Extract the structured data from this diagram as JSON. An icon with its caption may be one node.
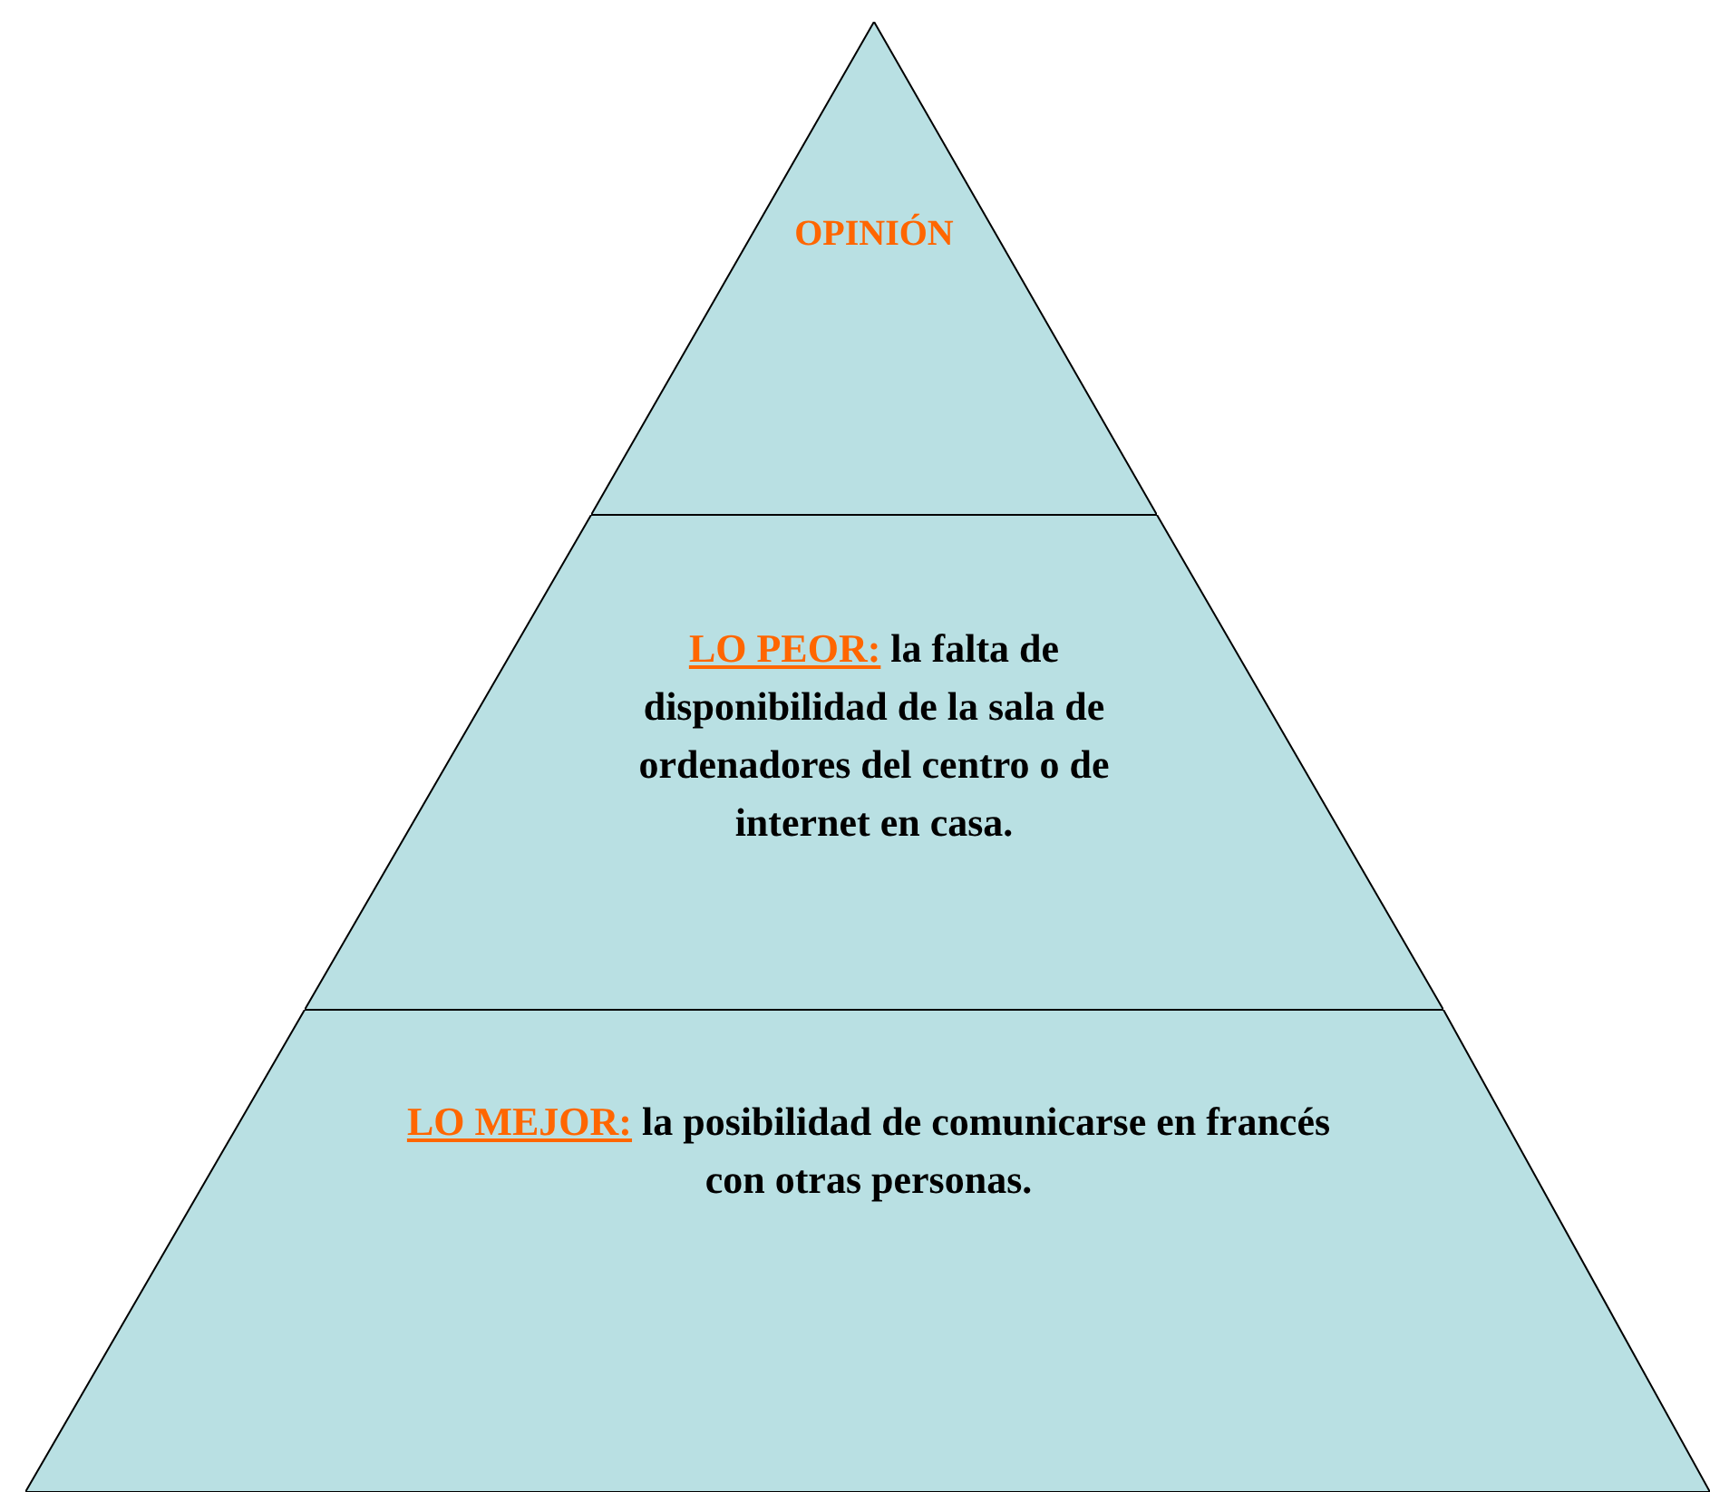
{
  "diagram": {
    "nodes": [
      {
        "text": [
          "OPINIÓN"
        ]
      },
      {
        "text": [
          "LO PEOR:",
          "la falta de disponibilidad de la sala de ordenadores del centro o de internet en casa."
        ]
      },
      {
        "text": [
          "LO MEJOR:",
          "la posibilidad de comunicarse en francés con otras personas."
        ]
      }
    ]
  }
}
